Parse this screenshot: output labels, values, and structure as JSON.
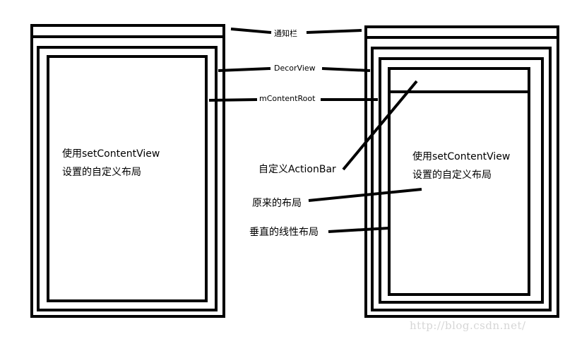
{
  "left_phone": {
    "content_text_line1": "使用setContentView",
    "content_text_line2": "设置的自定义布局"
  },
  "right_phone": {
    "content_text_line1": "使用setContentView",
    "content_text_line2": "设置的自定义布局"
  },
  "labels": {
    "notification_bar": "通知栏",
    "decor_view": "DecorView",
    "content_root": "mContentRoot",
    "custom_action_bar": "自定义ActionBar",
    "original_layout": "原来的布局",
    "vertical_linear_layout": "垂直的线性布局"
  },
  "watermark": "http://blog.csdn.net/"
}
